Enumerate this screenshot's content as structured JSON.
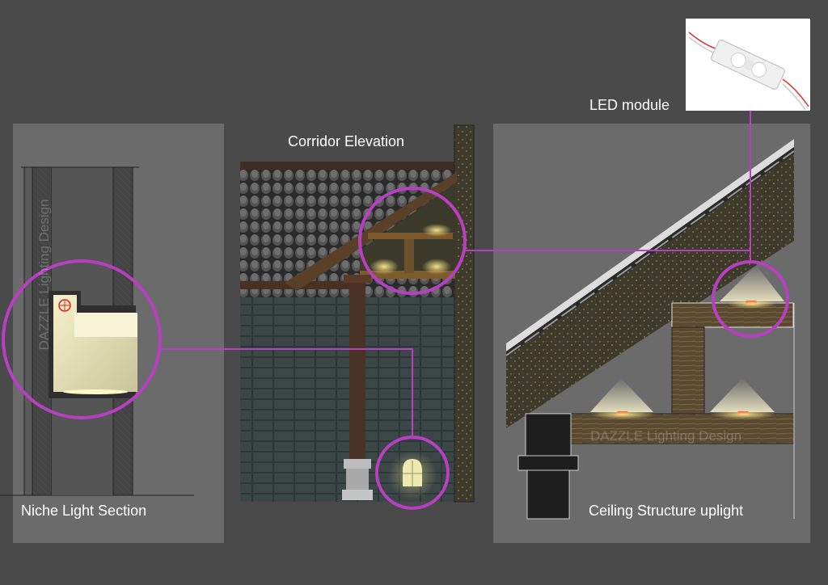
{
  "labels": {
    "niche": "Niche Light Section",
    "corridor": "Corridor Elevation",
    "ceiling": "Ceiling Structure uplight",
    "led": "LED module"
  },
  "watermark": "DAZZLE Lighting Design",
  "colors": {
    "background": "#4a4a4a",
    "panel": "#6b6b6b",
    "callout": "#b640c0",
    "warm_light": "#f4e9a8",
    "led_red": "#e02020"
  }
}
